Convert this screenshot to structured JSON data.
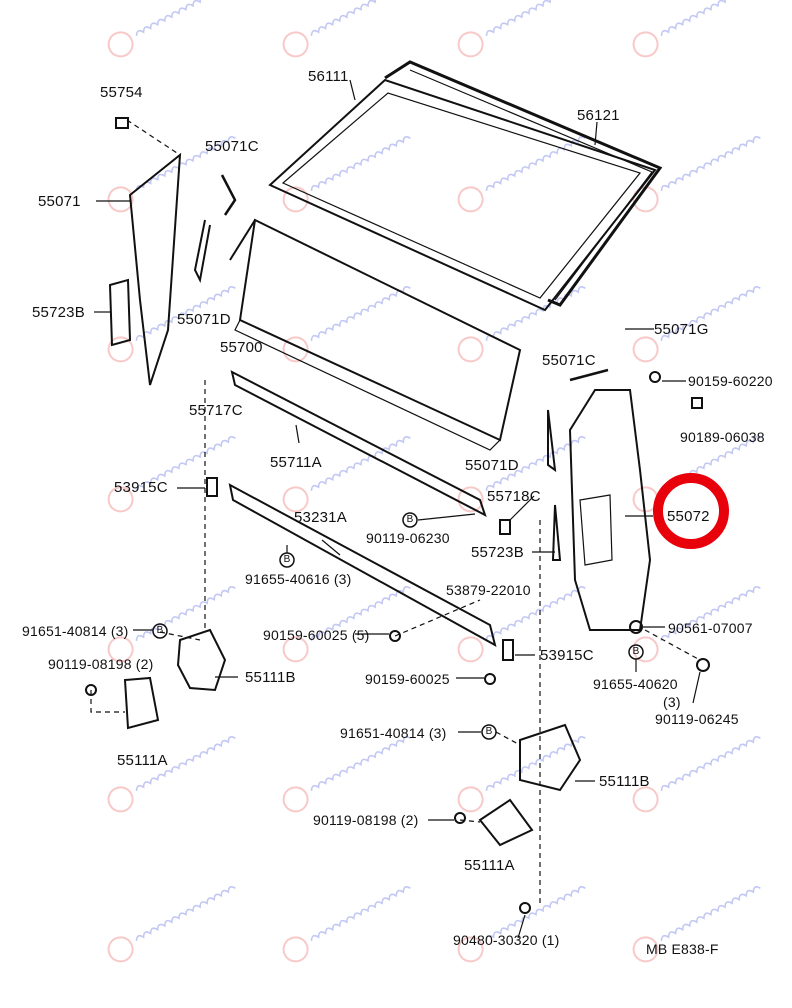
{
  "watermark": "georgakopoulos",
  "highlight_color": "#e8000b",
  "labels": {
    "p55754": "55754",
    "p56111": "56111",
    "p56121": "56121",
    "p55071C_a": "55071C",
    "p55071": "55071",
    "p55723B_a": "55723B",
    "p55071D_a": "55071D",
    "p55700": "55700",
    "p55071G": "55071G",
    "p55071C_b": "55071C",
    "p90159_60220": "90159-60220",
    "p55717C": "55717C",
    "p90189_06038": "90189-06038",
    "p55711A": "55711A",
    "p55071D_b": "55071D",
    "p53915C_a": "53915C",
    "p55718C": "55718C",
    "p53231A": "53231A",
    "p55072": "55072",
    "p90119_06230": "90119-06230",
    "p55723B_b": "55723B",
    "p91655_40616": "91655-40616 (3)",
    "p53879_22010": "53879-22010",
    "p91651_40814_a": "91651-40814 (3)",
    "p90159_60025_5": "90159-60025 (5)",
    "p90561_07007": "90561-07007",
    "p90119_08198_a": "90119-08198 (2)",
    "p55111B_a": "55111B",
    "p53915C_b": "53915C",
    "p91655_40620": "91655-40620",
    "p91655_40620_qty": "(3)",
    "p90159_60025": "90159-60025",
    "p90119_06245": "90119-06245",
    "p55111A_a": "55111A",
    "p91651_40814_b": "91651-40814 (3)",
    "p55111B_b": "55111B",
    "p90119_08198_b": "90119-08198 (2)",
    "p55111A_b": "55111A",
    "p90480_30320": "90480-30320 (1)",
    "drawing_code": "MB  E838-F",
    "bolt_marker": "B"
  }
}
